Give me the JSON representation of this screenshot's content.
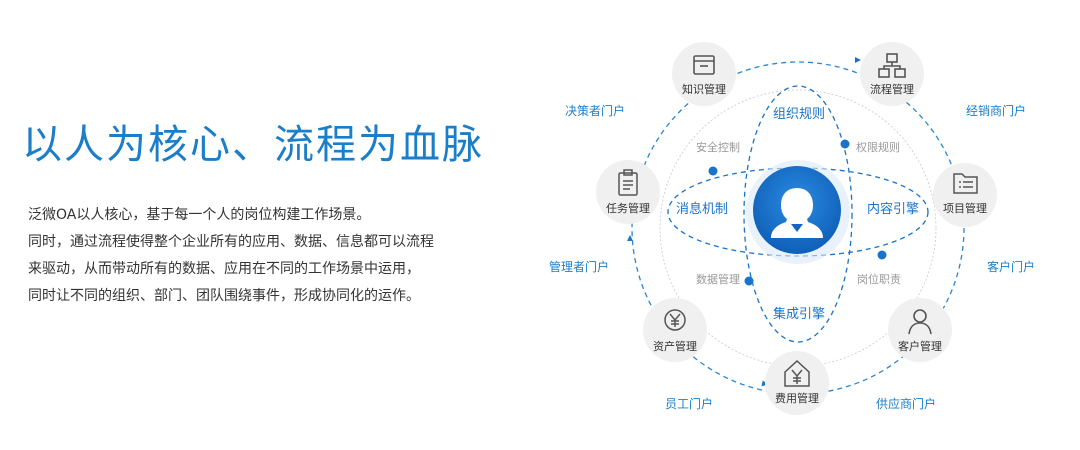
{
  "headline": "以人为核心、流程为血脉",
  "description": [
    "泛微OA以人核心，基于每一个人的岗位构建工作场景。",
    "同时，通过流程使得整个企业所有的应用、数据、信息都可以流程",
    "来驱动，从而带动所有的数据、应用在不同的工作场景中运用，",
    "同时让不同的组织、部门、团队围绕事件，形成协同化的运作。"
  ],
  "diagram": {
    "nodes": {
      "knowledge": {
        "label": "知识管理",
        "icon": "archive-box-icon"
      },
      "process": {
        "label": "流程管理",
        "icon": "org-chart-icon"
      },
      "project": {
        "label": "项目管理",
        "icon": "folder-list-icon"
      },
      "customer": {
        "label": "客户管理",
        "icon": "person-icon"
      },
      "expense": {
        "label": "费用管理",
        "icon": "yen-house-icon"
      },
      "asset": {
        "label": "资产管理",
        "icon": "yen-circle-icon"
      },
      "task": {
        "label": "任务管理",
        "icon": "clipboard-icon"
      }
    },
    "portals": {
      "decision": "决策者门户",
      "dealer": "经销商门户",
      "customer": "客户门户",
      "supplier": "供应商门户",
      "employee": "员工门户",
      "manager": "管理者门户"
    },
    "inner": {
      "org_rules": "组织规则",
      "content_engine": "内容引擎",
      "integration_engine": "集成引擎",
      "message_mechanism": "消息机制",
      "security_control": "安全控制",
      "permission_rules": "权限规则",
      "position_duties": "岗位职责",
      "data_management": "数据管理"
    },
    "center_icon": "person-avatar-icon",
    "colors": {
      "accent": "#1a73c8",
      "portal": "#1a7ec8",
      "node_bg": "#f0f0f0"
    }
  }
}
